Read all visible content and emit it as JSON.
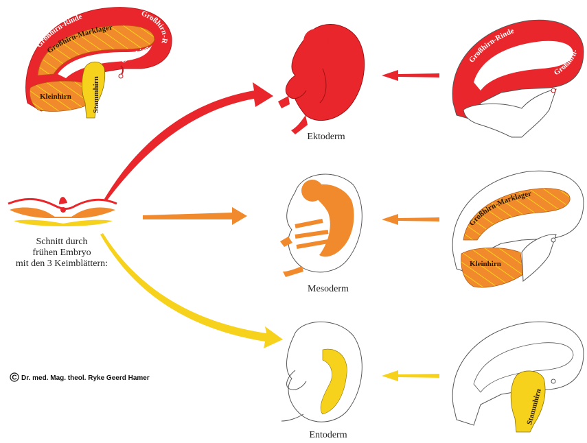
{
  "colors": {
    "ecto": "#e8262b",
    "meso": "#f08a2c",
    "endo": "#f7d21c",
    "outline": "#3a3a3a"
  },
  "embryo_section": {
    "caption_lines": [
      "Schnitt durch",
      "frühen Embryo",
      "mit den 3 Keimblättern:"
    ]
  },
  "embryos": [
    {
      "label": "Ektoderm"
    },
    {
      "label": "Mesoderm"
    },
    {
      "label": "Entoderm"
    }
  ],
  "left_brain": {
    "cortex": "Großhirn-Rinde",
    "cortex_2": "Großhirn-Rinde",
    "medulla": "Großhirn-Marklager",
    "cerebellum": "Kleinhirn",
    "brainstem": "Stammhirn"
  },
  "right_brains": {
    "ecto_cortex_1": "Großhirn-Rinde",
    "ecto_cortex_2": "Großhirn-Rinde",
    "meso_medulla": "Großhirn-Marklager",
    "meso_cerebellum": "Kleinhirn",
    "endo_brainstem": "Stammhirn"
  },
  "copyright": "Dr. med. Mag. theol. Ryke Geerd Hamer",
  "copyright_symbol": "C"
}
